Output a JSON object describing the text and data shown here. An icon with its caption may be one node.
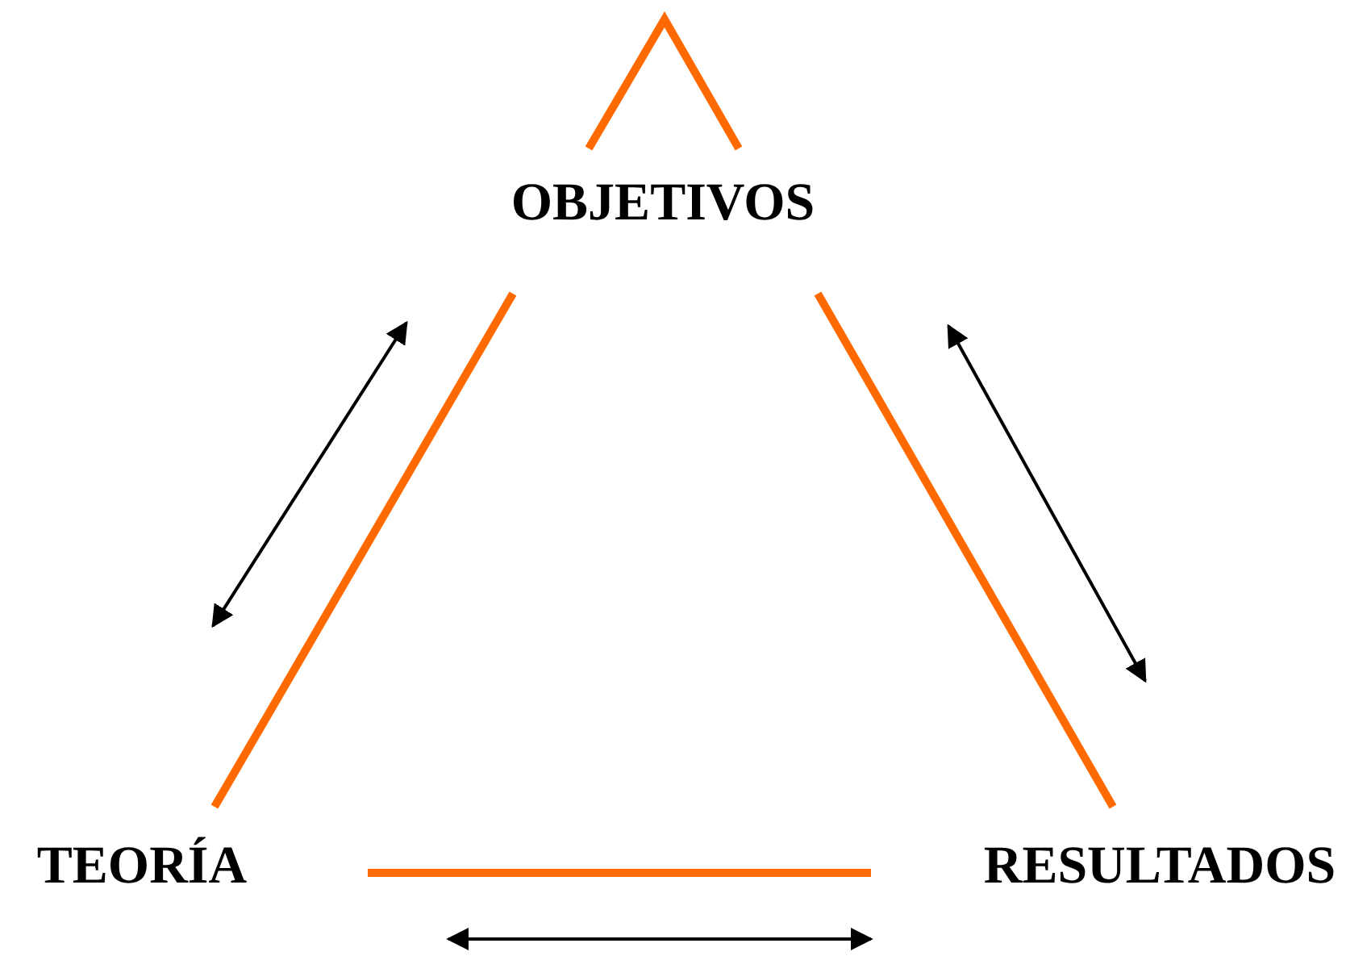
{
  "diagram": {
    "nodes": [
      {
        "text": [
          "OBJETIVOS"
        ]
      },
      {
        "text": [
          "TEORÍA"
        ]
      },
      {
        "text": [
          "RESULTADOS"
        ]
      }
    ],
    "edges": [
      {
        "from": 0,
        "to": 1,
        "arrow": "none"
      },
      {
        "from": 0,
        "to": 2,
        "arrow": "none"
      },
      {
        "from": 1,
        "to": 2,
        "arrow": "none"
      }
    ]
  }
}
